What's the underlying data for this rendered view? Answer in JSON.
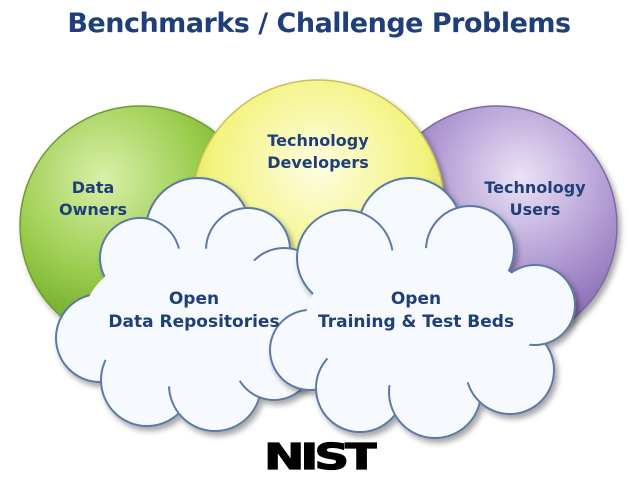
{
  "title": "Benchmarks / Challenge Problems",
  "circles": {
    "data_owners": {
      "line1": "Data",
      "line2": "Owners",
      "color": "#8dc63f"
    },
    "tech_developers": {
      "line1": "Technology",
      "line2": "Developers",
      "color": "#f2f27a"
    },
    "tech_users": {
      "line1": "Technology",
      "line2": "Users",
      "color": "#a58cc8"
    }
  },
  "clouds": {
    "data_repositories": {
      "line1": "Open",
      "line2": "Data Repositories"
    },
    "training_test_beds": {
      "line1": "Open",
      "line2": "Training & Test Beds"
    }
  },
  "logo": {
    "text": "NIST"
  },
  "colors": {
    "title": "#1f3f7a",
    "cloud_fill": "#f6f9fd",
    "cloud_stroke": "#5b79a8"
  }
}
